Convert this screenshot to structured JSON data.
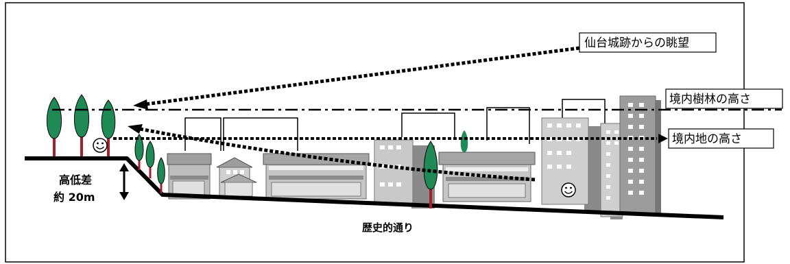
{
  "labels": {
    "view_from_castle": "仙台城跡からの眺望",
    "tree_height": "境内樹林の高さ",
    "ground_height": "境内地の高さ",
    "elevation_line1": "高低差",
    "elevation_line2": "約 20m",
    "street": "歴史的通り"
  },
  "icons": {
    "face_left": "smiley-face-icon",
    "face_right": "smiley-face-icon"
  },
  "colors": {
    "tree": "#1f8a55",
    "trunk": "#a0202c",
    "building_light": "#d4d4d4",
    "building_mid": "#b8b8b8",
    "building_dark": "#9a9a9a",
    "ground": "#000000"
  }
}
